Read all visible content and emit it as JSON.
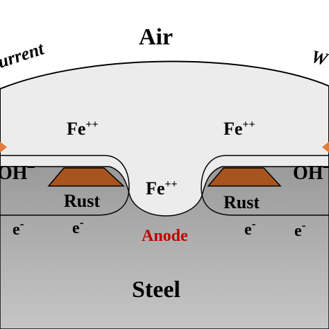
{
  "labels": {
    "current": "urrent",
    "air": "Air",
    "water": "W",
    "fe_left": "Fe",
    "fe_center": "Fe",
    "fe_right": "Fe",
    "fe_charge": "++",
    "oh_left": "OH",
    "oh_right": "OH",
    "oh_charge": "–",
    "rust_left": "Rust",
    "rust_right": "Rust",
    "electron": "e",
    "electron_charge": "-",
    "anode": "Anode",
    "steel": "Steel"
  },
  "colors": {
    "background": "#ffffff",
    "water_fill": "#ececec",
    "steel_top": "#9b9b9b",
    "steel_bottom": "#c4c4c4",
    "rust_fill": "#a8541f",
    "arrow": "#e07b39",
    "anode_text": "#c00000",
    "text": "#000000"
  }
}
